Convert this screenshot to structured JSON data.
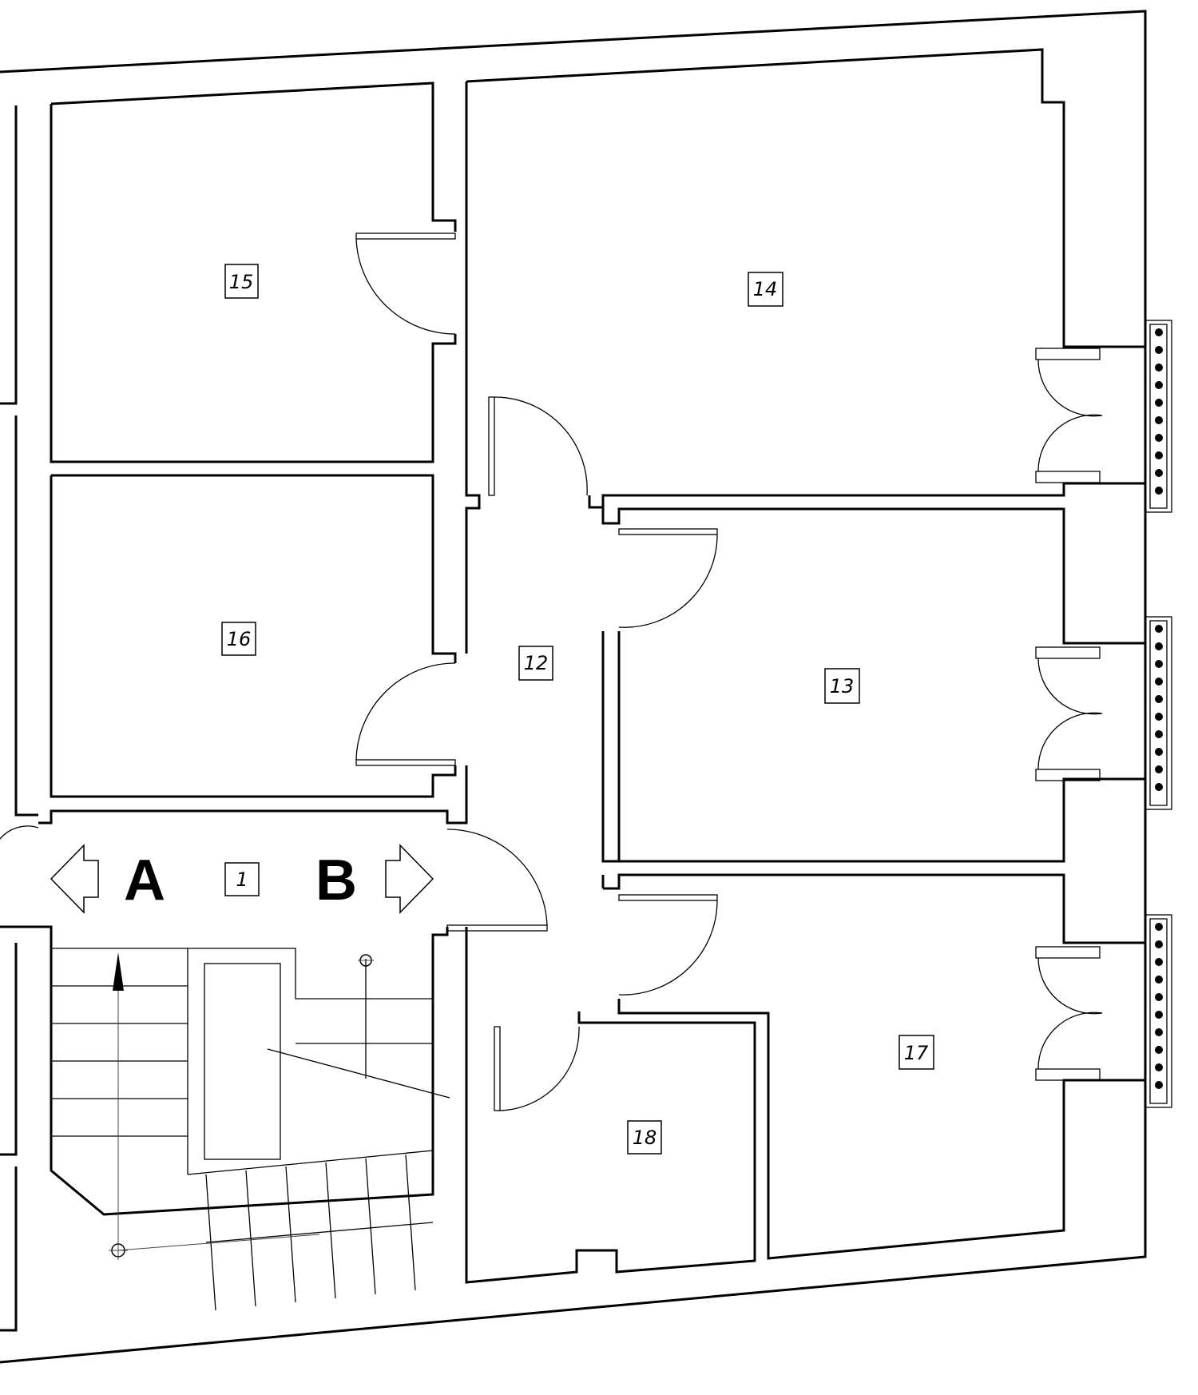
{
  "rooms": {
    "r1": "1",
    "r12": "12",
    "r13": "13",
    "r14": "14",
    "r15": "15",
    "r16": "16",
    "r17": "17",
    "r18": "18"
  },
  "sections": {
    "a": "A",
    "b": "B"
  }
}
